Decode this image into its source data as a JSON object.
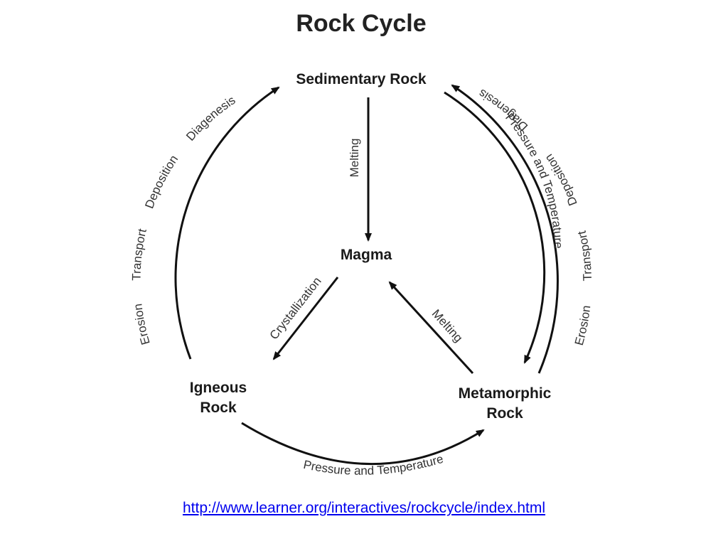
{
  "title": "Rock Cycle",
  "nodes": {
    "sedimentary": "Sedimentary Rock",
    "magma": "Magma",
    "igneous_line1": "Igneous",
    "igneous_line2": "Rock",
    "metamorphic_line1": "Metamorphic",
    "metamorphic_line2": "Rock"
  },
  "labels": {
    "left_arc": {
      "diagenesis": "Diagenesis",
      "deposition": "Deposition",
      "transport": "Transport",
      "erosion": "Erosion"
    },
    "right_outer_arc": {
      "diagenesis": "Diagenesis",
      "deposition": "Deposition",
      "transport": "Transport",
      "erosion": "Erosion"
    },
    "right_inner_arc": "Pressure and Temperature",
    "bottom_arc": "Pressure and Temperature",
    "melting_sed_to_magma": "Melting",
    "crystallization": "Crystallization",
    "melting_meta_to_magma": "Melting"
  },
  "source_url": "http://www.learner.org/interactives/rockcycle/index.html"
}
